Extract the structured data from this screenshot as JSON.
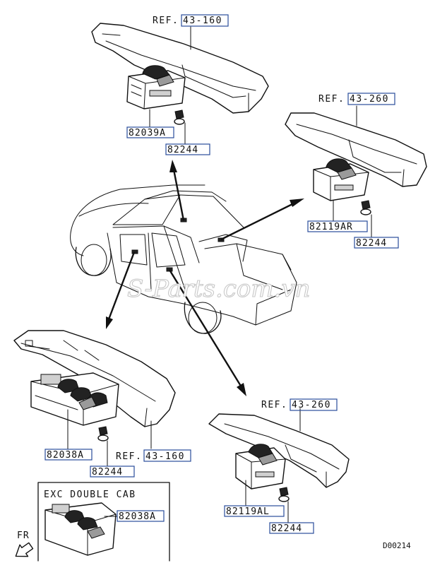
{
  "labels": {
    "ref_top": "REF.",
    "ref_top_num": "43-160",
    "part_82039a": "82039A",
    "bolt_top": "82244",
    "ref_right": "REF.",
    "ref_right_num": "43-260",
    "part_82119ar": "82119AR",
    "bolt_right": "82244",
    "part_82038a": "82038A",
    "ref_left": "REF.",
    "ref_left_num": "43-160",
    "bolt_left": "82244",
    "ref_bottom": "REF.",
    "ref_bottom_num": "43-260",
    "part_82119al": "82119AL",
    "bolt_bottom": "82244",
    "inset_title": "EXC DOUBLE CAB",
    "inset_part": "82038A",
    "direction": "FR",
    "diagram_code": "D00214"
  },
  "watermark": "S-Parts.com.vn",
  "colors": {
    "label_box": "#2a4d9b",
    "line": "#111111",
    "background": "#ffffff"
  }
}
